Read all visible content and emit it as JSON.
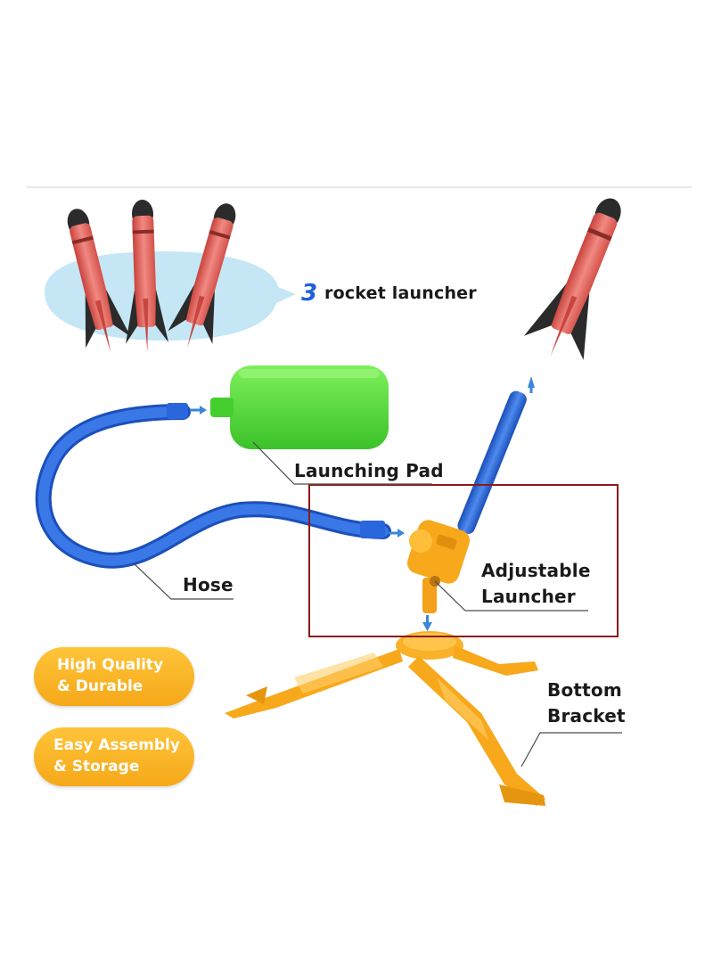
{
  "count_label": "3",
  "rockets_label": "rocket launcher",
  "launching_pad_label": "Launching Pad",
  "hose_label": "Hose",
  "launcher_label_line1": "Adjustable",
  "launcher_label_line2": "Launcher",
  "bracket_label_line1": "Bottom",
  "bracket_label_line2": "Bracket",
  "badge1_line1": "High Quality",
  "badge1_line2": "& Durable",
  "badge2_line1": "Easy Assembly",
  "badge2_line2": "& Storage",
  "colors": {
    "rocket_body": "#e8736b",
    "rocket_tip": "#2b2b2b",
    "pad": "#55dd3c",
    "hose": "#1f5fd8",
    "launcher": "#f7a81b",
    "highlight_box": "#8b1a1a",
    "bubble": "#c4e6f5",
    "arrow": "#3a86d8",
    "badge": "#f8b52a"
  }
}
